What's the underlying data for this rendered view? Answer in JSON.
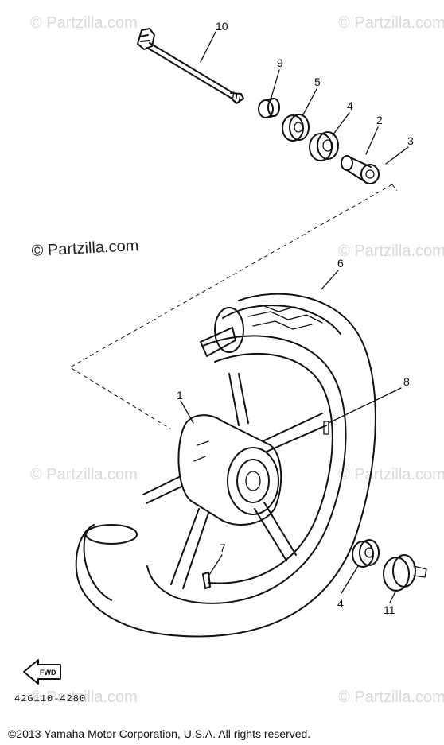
{
  "watermarks": [
    {
      "id": "tl",
      "text": "© Partzilla.com"
    },
    {
      "id": "tr",
      "text": "© Partzilla.com"
    },
    {
      "id": "mid",
      "text": "© Partzilla.com"
    },
    {
      "id": "mr",
      "text": "© Partzilla.com"
    },
    {
      "id": "ml",
      "text": "© Partzilla.com"
    },
    {
      "id": "rm",
      "text": "© Partzilla.com"
    },
    {
      "id": "bl",
      "text": "© Partzilla.com"
    },
    {
      "id": "br",
      "text": "© Partzilla.com"
    }
  ],
  "callouts": [
    {
      "id": "axle",
      "label": "10"
    },
    {
      "id": "collar-small",
      "label": "9"
    },
    {
      "id": "seal",
      "label": "5"
    },
    {
      "id": "bearing-top",
      "label": "4"
    },
    {
      "id": "spacer",
      "label": "2"
    },
    {
      "id": "collar",
      "label": "3"
    },
    {
      "id": "tire",
      "label": "6"
    },
    {
      "id": "hub",
      "label": "1"
    },
    {
      "id": "rim",
      "label": "8"
    },
    {
      "id": "valve",
      "label": "7"
    },
    {
      "id": "bearing-bottom",
      "label": "4"
    },
    {
      "id": "gear-unit",
      "label": "11"
    }
  ],
  "fwd_label": "FWD",
  "diagram_code": "42G110-4280",
  "copyright": "©2013 Yamaha Motor Corporation, U.S.A. All rights reserved."
}
